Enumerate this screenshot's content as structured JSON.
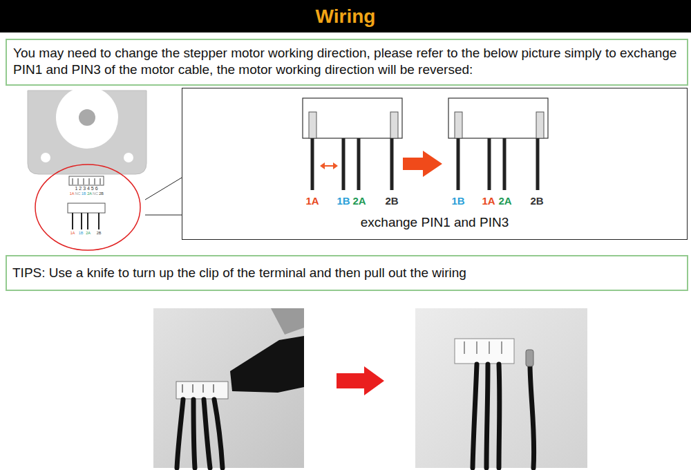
{
  "diagram": {
    "title": "Wiring",
    "nodes": [
      {
        "text": [
          "You may need to change the stepper motor working direction, please refer to the below picture simply to exchange PIN1 and PIN3 of the motor cable, the motor working direction will be reversed:"
        ]
      },
      {
        "text": [
          "exchange PIN1 and PIN3"
        ]
      },
      {
        "text": [
          "TIPS: Use a knife to turn up the clip of the terminal and then pull out the wiring"
        ]
      }
    ],
    "labels": [
      "1A",
      "1B",
      "2A",
      "2B",
      "1B",
      "1A",
      "2A",
      "2B",
      "1 2 3 4 5 6",
      "1A",
      "NC",
      "1B",
      "2A",
      "NC",
      "2B",
      "1A",
      "1B",
      "2A",
      "2B"
    ]
  }
}
